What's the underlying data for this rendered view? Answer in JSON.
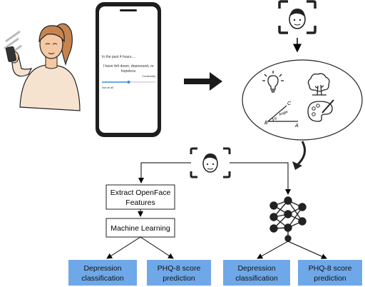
{
  "phone": {
    "prompt": "In the past 4 hours....",
    "question_line1": "I have felt down, depressed, or",
    "question_line2": "hopeless",
    "scale_high": "Constantly",
    "scale_low": "Not at all",
    "slider_value": 0.5
  },
  "angle_sketch": {
    "angle_label": "Angle",
    "vertex_b": "B",
    "vertex_c": "C",
    "vertex_a": "A",
    "theta": "θ"
  },
  "pipeline_left": {
    "step1_line1": "Extract OpenFace",
    "step1_line2": "Features",
    "step2": "Machine Learning",
    "out1_line1": "Depression",
    "out1_line2": "classification",
    "out2_line1": "PHQ-8 score",
    "out2_line2": "prediction"
  },
  "pipeline_right": {
    "out1_line1": "Depression",
    "out1_line2": "classification",
    "out2_line1": "PHQ-8 score",
    "out2_line2": "prediction"
  },
  "colors": {
    "output_box": "#6fa8e8",
    "line": "#000000"
  }
}
